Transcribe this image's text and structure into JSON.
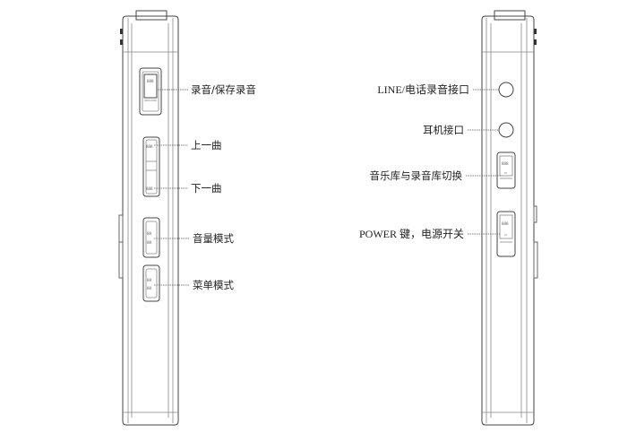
{
  "left_view": {
    "labels": [
      "录音/保存录音",
      "上一曲",
      "下一曲",
      "音量模式",
      "菜单模式"
    ]
  },
  "right_view": {
    "labels": [
      "LINE/电话录音接口",
      "耳机接口",
      "音乐库与录音库切换",
      "POWER 键，电源开关"
    ]
  }
}
